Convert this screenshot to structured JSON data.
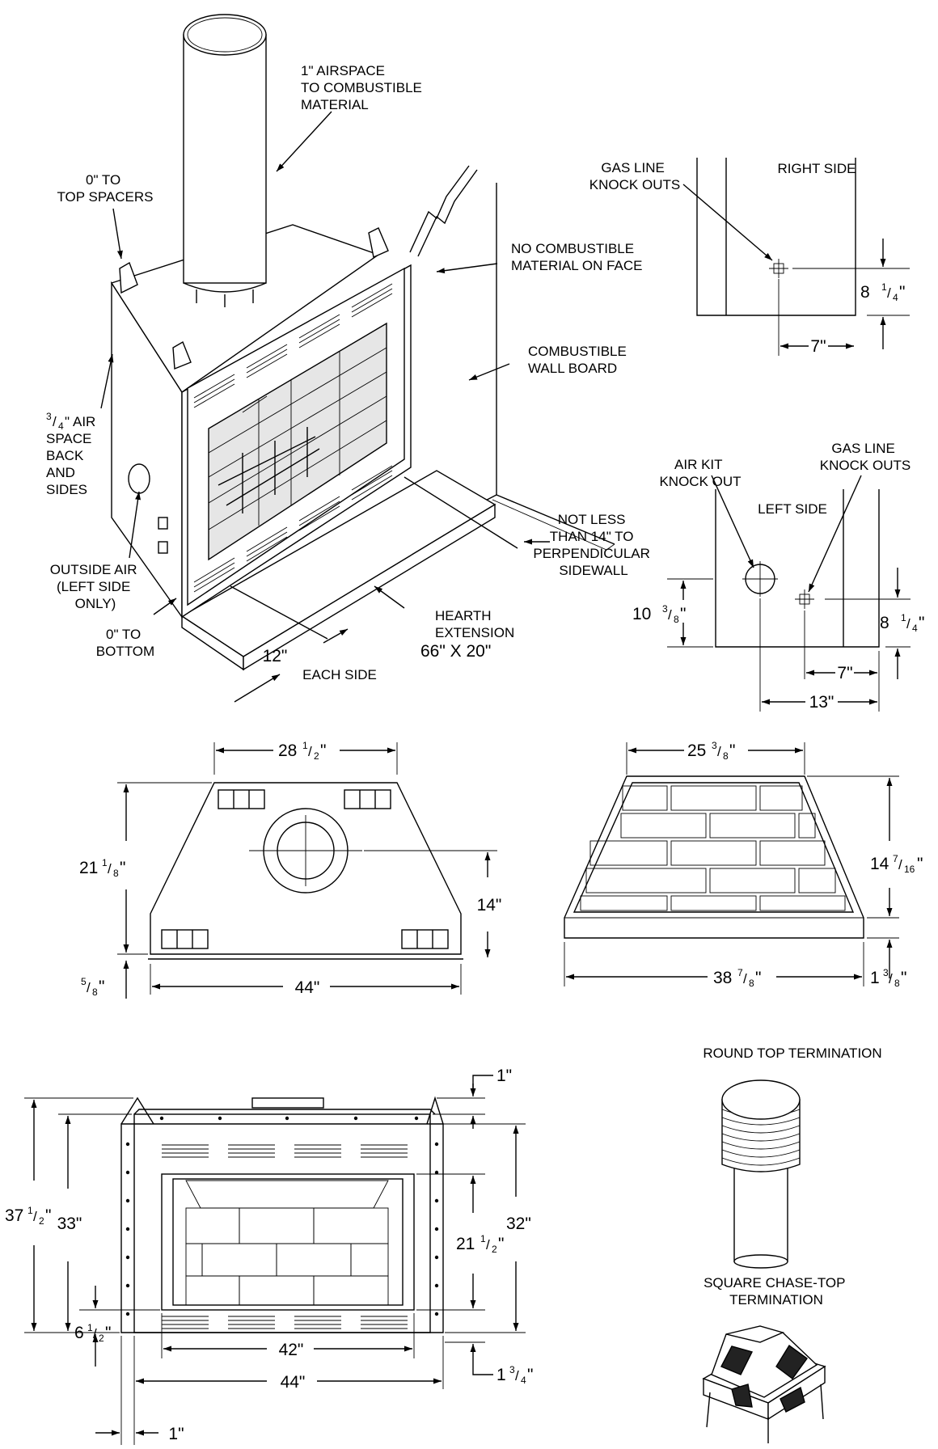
{
  "perspective": {
    "airspace_combustible": [
      "1\" AIRSPACE",
      "TO COMBUSTIBLE",
      "MATERIAL"
    ],
    "top_spacers": [
      "0\" TO",
      "TOP SPACERS"
    ],
    "no_combustible_face": [
      "NO COMBUSTIBLE",
      "MATERIAL ON FACE"
    ],
    "combustible_wall_board": [
      "COMBUSTIBLE",
      "WALL BOARD"
    ],
    "air_space_back_sides": [
      "AIR",
      "SPACE",
      "BACK",
      "AND",
      "SIDES"
    ],
    "air_space_fraction": {
      "num": "3",
      "den": "4",
      "suffix": "\""
    },
    "outside_air": [
      "OUTSIDE AIR",
      "(LEFT SIDE",
      "ONLY)"
    ],
    "bottom_clearance": [
      "0\" TO",
      "BOTTOM"
    ],
    "each_side": [
      "12\"",
      "EACH SIDE"
    ],
    "hearth_extension": [
      "HEARTH",
      "EXTENSION",
      "66\" X 20\""
    ],
    "perpendicular_sidewall": [
      "NOT LESS",
      "THAN 14\" TO",
      "PERPENDICULAR",
      "SIDEWALL"
    ]
  },
  "right_side": {
    "title": "RIGHT SIDE",
    "gas_knockouts": [
      "GAS LINE",
      "KNOCK OUTS"
    ],
    "height": {
      "whole": "8 ",
      "num": "1",
      "den": "4",
      "suffix": "\""
    },
    "offset": "7\""
  },
  "left_side": {
    "title": "LEFT SIDE",
    "air_kit": [
      "AIR KIT",
      "KNOCK OUT"
    ],
    "gas_knockouts": [
      "GAS LINE",
      "KNOCK OUTS"
    ],
    "air_kit_height": {
      "whole": "10 ",
      "num": "3",
      "den": "8",
      "suffix": "\""
    },
    "gas_height": {
      "whole": "8 ",
      "num": "1",
      "den": "4",
      "suffix": "\""
    },
    "gas_offset": "7\"",
    "air_offset": "13\""
  },
  "top_view": {
    "back_width": {
      "whole": "28 ",
      "num": "1",
      "den": "2",
      "suffix": "\""
    },
    "depth": {
      "whole": "21 ",
      "num": "1",
      "den": "8",
      "suffix": "\""
    },
    "flue_center": "14\"",
    "front_width": "44\"",
    "lip": {
      "whole": "",
      "num": "5",
      "den": "8",
      "suffix": "\""
    }
  },
  "firebox_view": {
    "back_width": {
      "whole": "25 ",
      "num": "3",
      "den": "8",
      "suffix": "\""
    },
    "depth": {
      "whole": "14 ",
      "num": "7",
      "den": "16",
      "suffix": "\""
    },
    "front_width": {
      "whole": "38 ",
      "num": "7",
      "den": "8",
      "suffix": "\""
    },
    "base": {
      "whole": "1 ",
      "num": "3",
      "den": "8",
      "suffix": "\""
    }
  },
  "front_view": {
    "overall_height": {
      "whole": "37 ",
      "num": "1",
      "den": "2",
      "suffix": "\""
    },
    "face_height": "33\"",
    "opening_bottom": {
      "whole": "6 ",
      "num": "1",
      "den": "2",
      "suffix": "\""
    },
    "top_offset": "1\"",
    "louver_height": "32\"",
    "opening_height": {
      "whole": "21 ",
      "num": "1",
      "den": "2",
      "suffix": "\""
    },
    "bottom_offset": {
      "whole": "1 ",
      "num": "3",
      "den": "4",
      "suffix": "\""
    },
    "opening_width": "42\"",
    "overall_width": "44\"",
    "side_offset": "1\""
  },
  "terminations": {
    "round": "ROUND TOP TERMINATION",
    "square": [
      "SQUARE CHASE-TOP",
      "TERMINATION"
    ]
  }
}
